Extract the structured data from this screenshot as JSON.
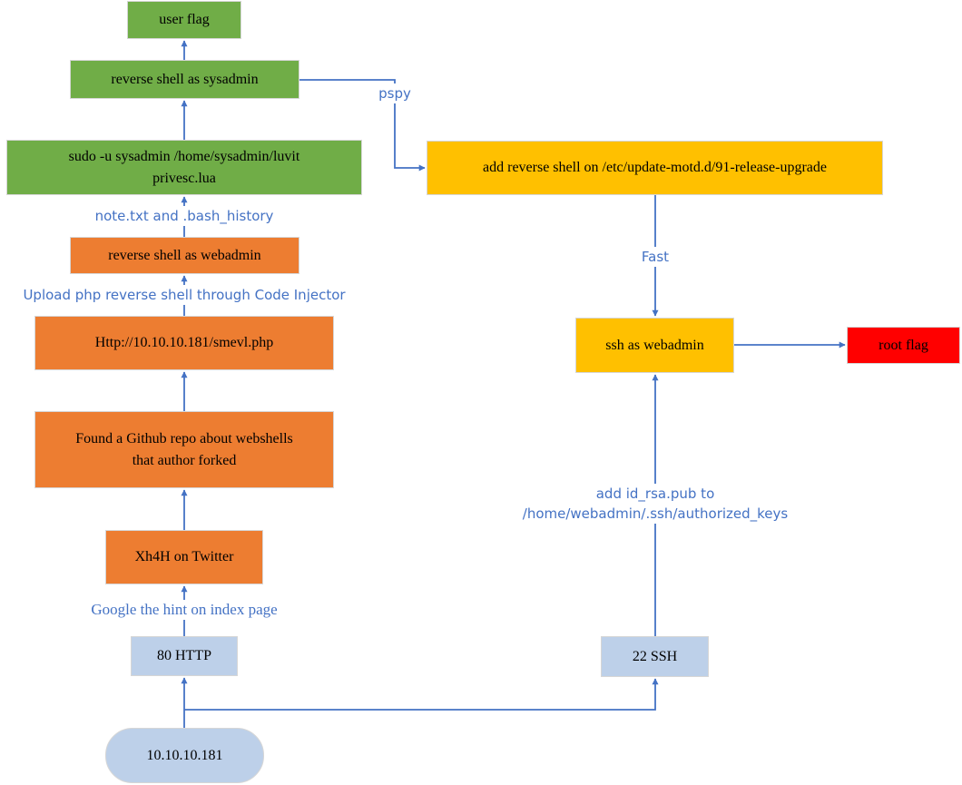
{
  "colors": {
    "edge": "#4472c4",
    "user_path": "#70ad47",
    "web_path": "#ed7d31",
    "root_path": "#ffc000",
    "root_flag": "#ff0000",
    "entry": "#bdd0e9"
  },
  "nodes": {
    "target": "10.10.10.181",
    "port_http": "80 HTTP",
    "port_ssh": "22 SSH",
    "twitter": "Xh4H on  Twitter",
    "github": "Found a Github repo about webshells\nthat author forked",
    "smevl": "Http://10.10.10.181/smevl.php",
    "shell_webadmin": "reverse shell as webadmin",
    "sudo_luvit": "sudo -u sysadmin /home/sysadmin/luvit\nprivesc.lua",
    "shell_sysadmin": "reverse shell as sysadmin",
    "user_flag": "user flag",
    "motd": "add reverse shell on /etc/update-motd.d/91-release-upgrade",
    "ssh_webadmin": "ssh as webadmin",
    "root_flag": "root flag"
  },
  "edge_labels": {
    "google_hint": "Google the hint on index page",
    "upload_php": "Upload php reverse shell through Code Injector",
    "note_bash": "note.txt and .bash_history",
    "pspy": "pspy",
    "fast": "Fast",
    "add_key": "add id_rsa.pub to\n/home/webadmin/.ssh/authorized_keys"
  }
}
